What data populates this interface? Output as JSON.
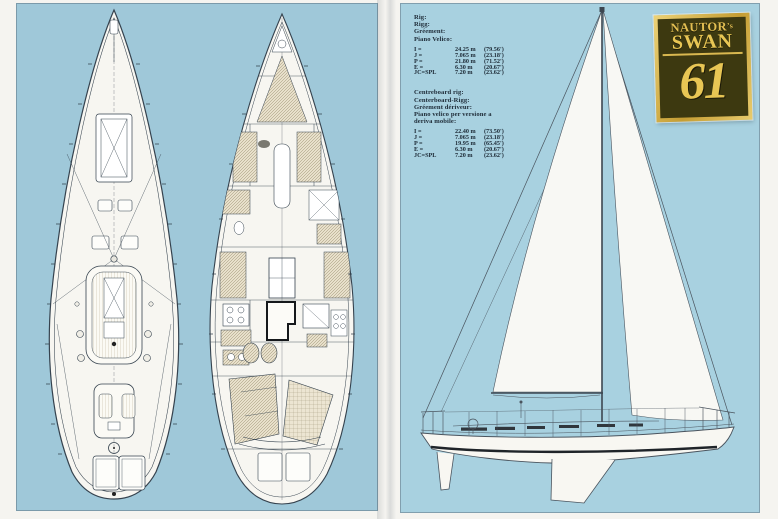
{
  "document_type": "yacht brochure spread",
  "specs": {
    "standard": {
      "heading_lines": [
        "Rig:",
        "Rigg:",
        "Gréement:",
        "Piano Velico:"
      ],
      "rows": [
        {
          "label": "I =",
          "metric": "24.25 m",
          "imperial": "(79.56')"
        },
        {
          "label": "J =",
          "metric": "7.065 m",
          "imperial": "(23.18')"
        },
        {
          "label": "P =",
          "metric": "21.80 m",
          "imperial": "(71.52')"
        },
        {
          "label": "E =",
          "metric": "6.30 m",
          "imperial": "(20.67')"
        },
        {
          "label": "JC=SPL",
          "metric": "7.20 m",
          "imperial": "(23.62')"
        }
      ]
    },
    "centreboard": {
      "heading_lines": [
        "Centreboard rig:",
        "Centerboard-Rigg:",
        "Gréement dériveur:",
        "Piano velico per versione a",
        "deriva mobile:"
      ],
      "rows": [
        {
          "label": "I =",
          "metric": "22.40 m",
          "imperial": "(73.50')"
        },
        {
          "label": "J =",
          "metric": "7.065 m",
          "imperial": "(23.18')"
        },
        {
          "label": "P =",
          "metric": "19.95 m",
          "imperial": "(65.45')"
        },
        {
          "label": "E =",
          "metric": "6.30 m",
          "imperial": "(20.67')"
        },
        {
          "label": "JC=SPL",
          "metric": "7.20 m",
          "imperial": "(23.62')"
        }
      ]
    }
  },
  "logo": {
    "brand_prefix": "NAUTOR",
    "brand_suffix": "’s",
    "brand_main": "SWAN",
    "model_number": "61"
  },
  "drawings": {
    "deck_plan": "deck-plan",
    "interior_plan": "interior-plan",
    "sail_plan": "sail-plan"
  },
  "colors": {
    "page_blue_left": "#9fc8d9",
    "page_blue_right": "#a8d1e0",
    "hull_white": "#f8f7f2",
    "drawing_ink": "#35424e",
    "logo_gold": "#e8c654",
    "logo_panel": "#3d3910",
    "text_ink": "#1d2a36"
  }
}
